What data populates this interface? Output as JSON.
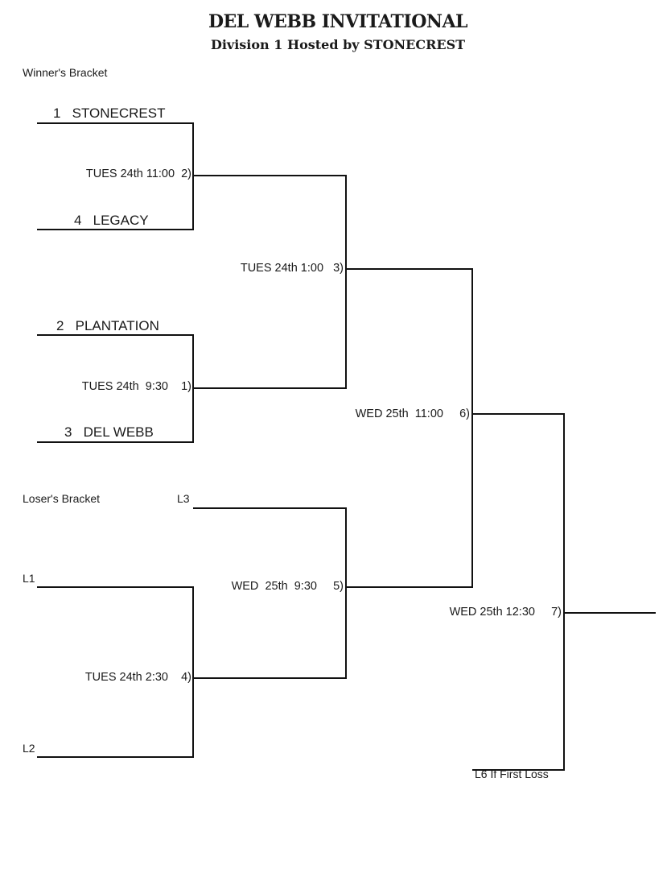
{
  "header": {
    "title": "DEL WEBB INVITATIONAL",
    "subtitle": "Division 1   Hosted by STONECREST"
  },
  "winners_bracket": {
    "label": "Winner's Bracket",
    "teams": [
      {
        "seed": "1",
        "name": "STONECREST",
        "display": "1   STONECREST"
      },
      {
        "seed": "4",
        "name": "LEGACY",
        "display": "4   LEGACY"
      },
      {
        "seed": "2",
        "name": "PLANTATION",
        "display": "2   PLANTATION"
      },
      {
        "seed": "3",
        "name": "DEL WEBB",
        "display": "3   DEL WEBB"
      }
    ]
  },
  "losers_bracket": {
    "label": "Loser's Bracket",
    "slots": [
      "L3",
      "L1",
      "L2"
    ]
  },
  "games": {
    "g1": {
      "number": "1)",
      "time": "TUES 24th  9:30",
      "display": "TUES 24th  9:30    1)"
    },
    "g2": {
      "number": "2)",
      "time": "TUES 24th 11:00",
      "display": "TUES 24th 11:00  2)"
    },
    "g3": {
      "number": "3)",
      "time": "TUES 24th 1:00",
      "display": "TUES 24th 1:00   3)"
    },
    "g4": {
      "number": "4)",
      "time": "TUES 24th 2:30",
      "display": "TUES 24th 2:30    4)"
    },
    "g5": {
      "number": "5)",
      "time": "WED  25th  9:30",
      "display": "WED  25th  9:30     5)"
    },
    "g6": {
      "number": "6)",
      "time": "WED 25th  11:00",
      "display": "WED 25th  11:00     6)"
    },
    "g7": {
      "number": "7)",
      "time": "WED 25th 12:30",
      "display": "WED 25th 12:30     7)"
    }
  },
  "notes": {
    "final_note": "L6 If First Loss"
  }
}
